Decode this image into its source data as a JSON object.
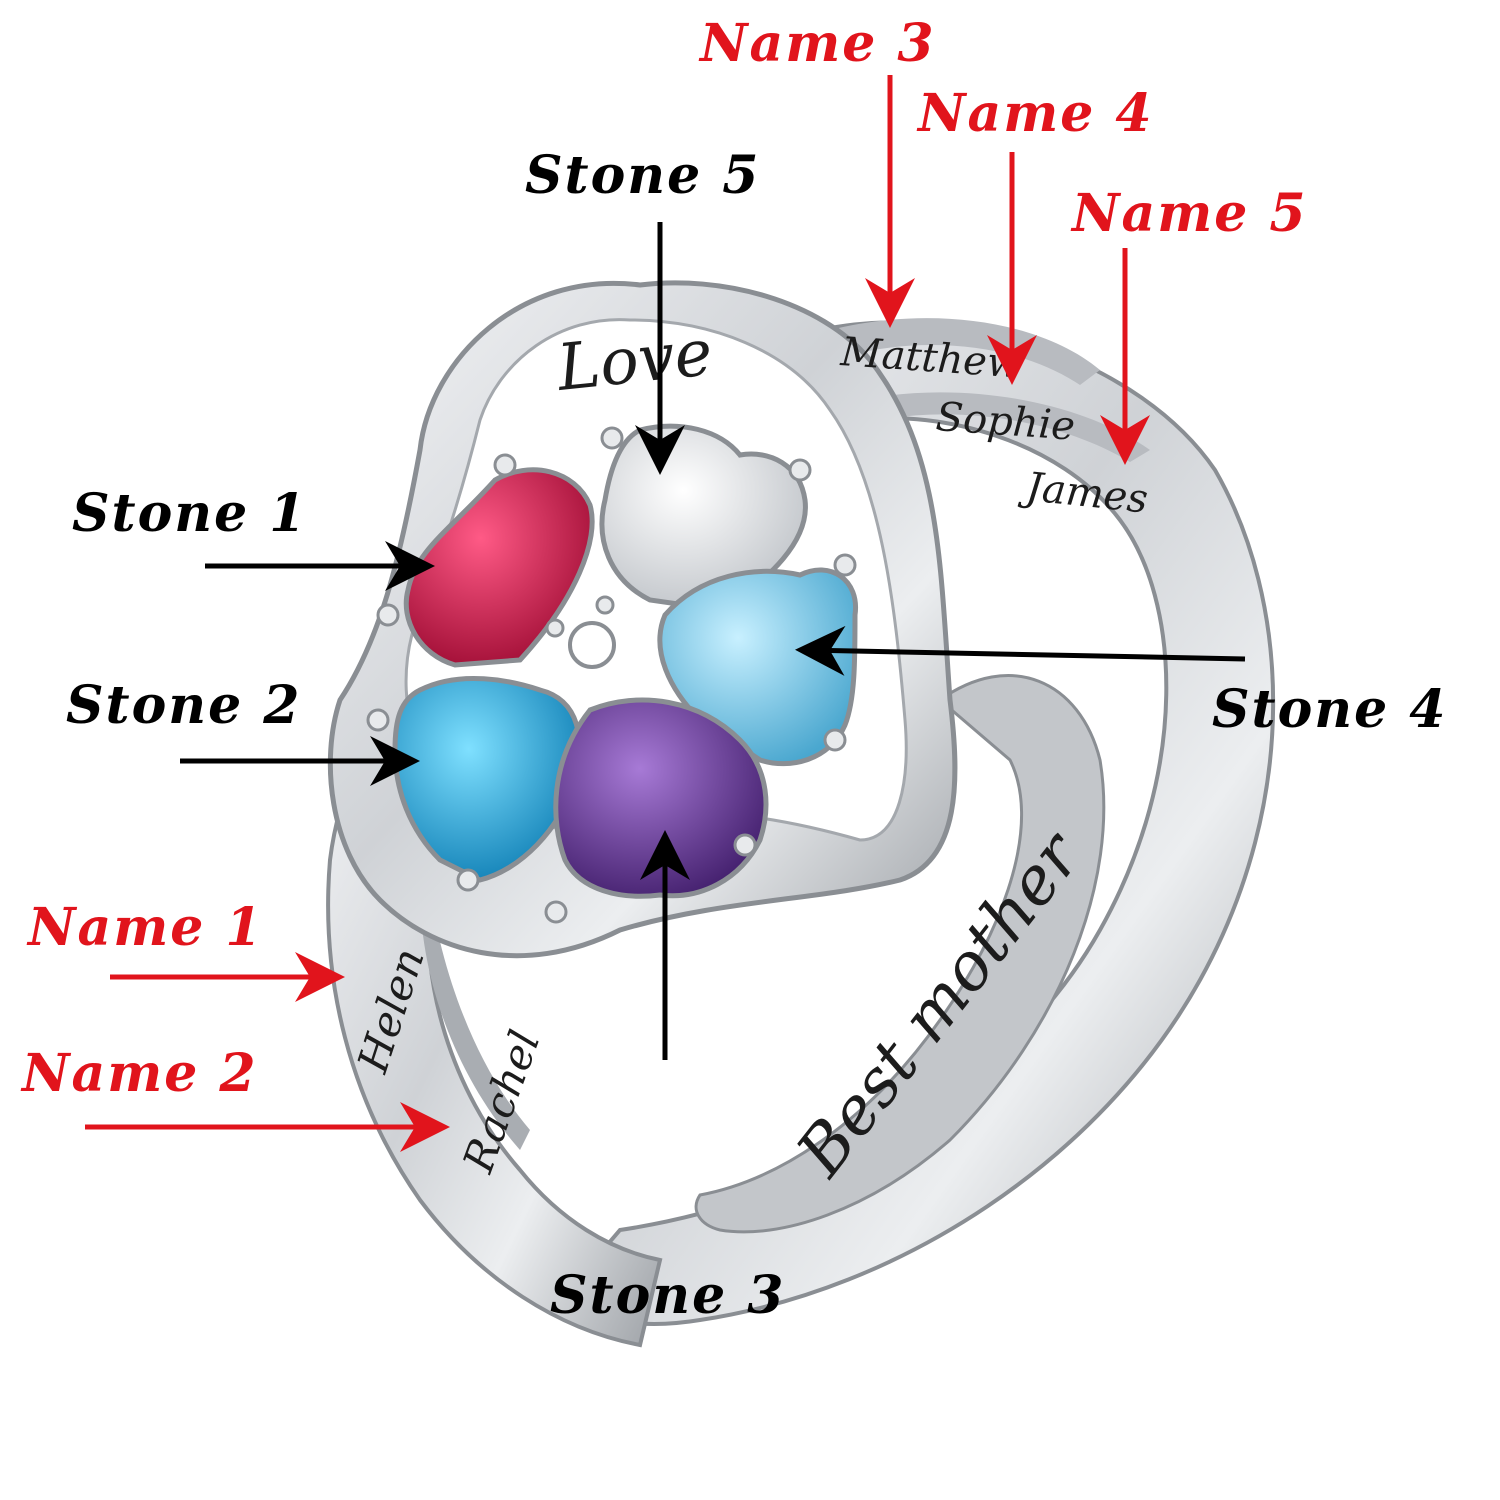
{
  "colors": {
    "stone_label": "#000000",
    "name_label": "#e1141c",
    "stone_1": "#c8143f",
    "stone_2": "#1aa6d8",
    "stone_3": "#6a3b9a",
    "stone_4": "#7ccbe8",
    "stone_5": "#eeeeee",
    "metal": "#d9dbde"
  },
  "labels": {
    "stone_1": "Stone 1",
    "stone_2": "Stone 2",
    "stone_3": "Stone 3",
    "stone_4": "Stone 4",
    "stone_5": "Stone 5",
    "name_1": "Name 1",
    "name_2": "Name 2",
    "name_3": "Name 3",
    "name_4": "Name 4",
    "name_5": "Name 5"
  },
  "engravings": {
    "top": "Love",
    "name_1": "Helen",
    "name_2": "Rachel",
    "name_3": "Matthew",
    "name_4": "Sophie",
    "name_5": "James",
    "inner_band": "Best mother"
  }
}
